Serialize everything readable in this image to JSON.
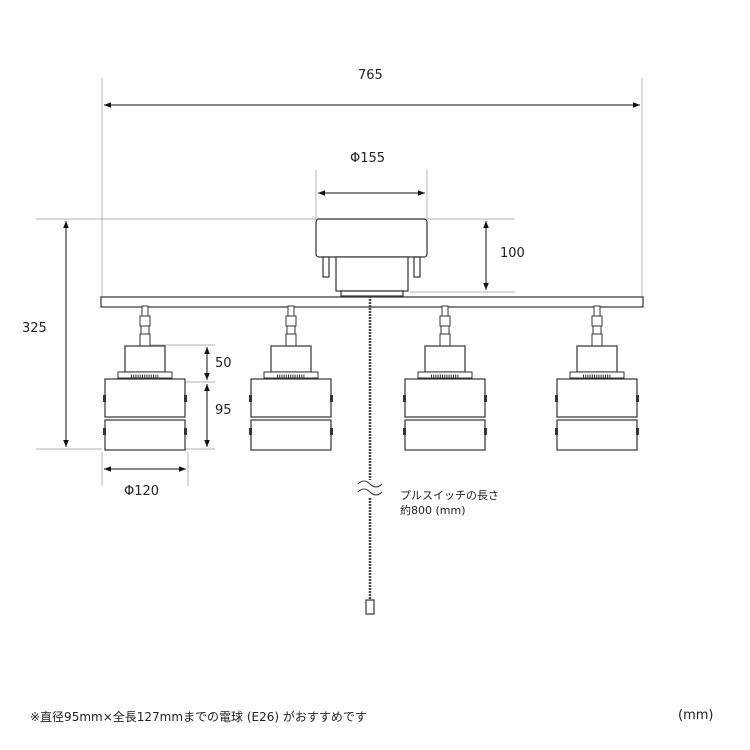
{
  "dimensions": {
    "overall_width": "765",
    "base_diameter": "Φ155",
    "base_height": "100",
    "overall_height": "325",
    "shade_upper_height": "50",
    "shade_height": "95",
    "shade_diameter": "Φ120"
  },
  "pull_switch_note": {
    "line1": "プルスイッチの長さ",
    "line2": "約800 (mm)"
  },
  "footnote": "※直径95mm×全長127mmまでの電球 (E26) がおすすめです",
  "unit": "(mm)",
  "line_color": "#333333",
  "dim_line_color": "#111111"
}
